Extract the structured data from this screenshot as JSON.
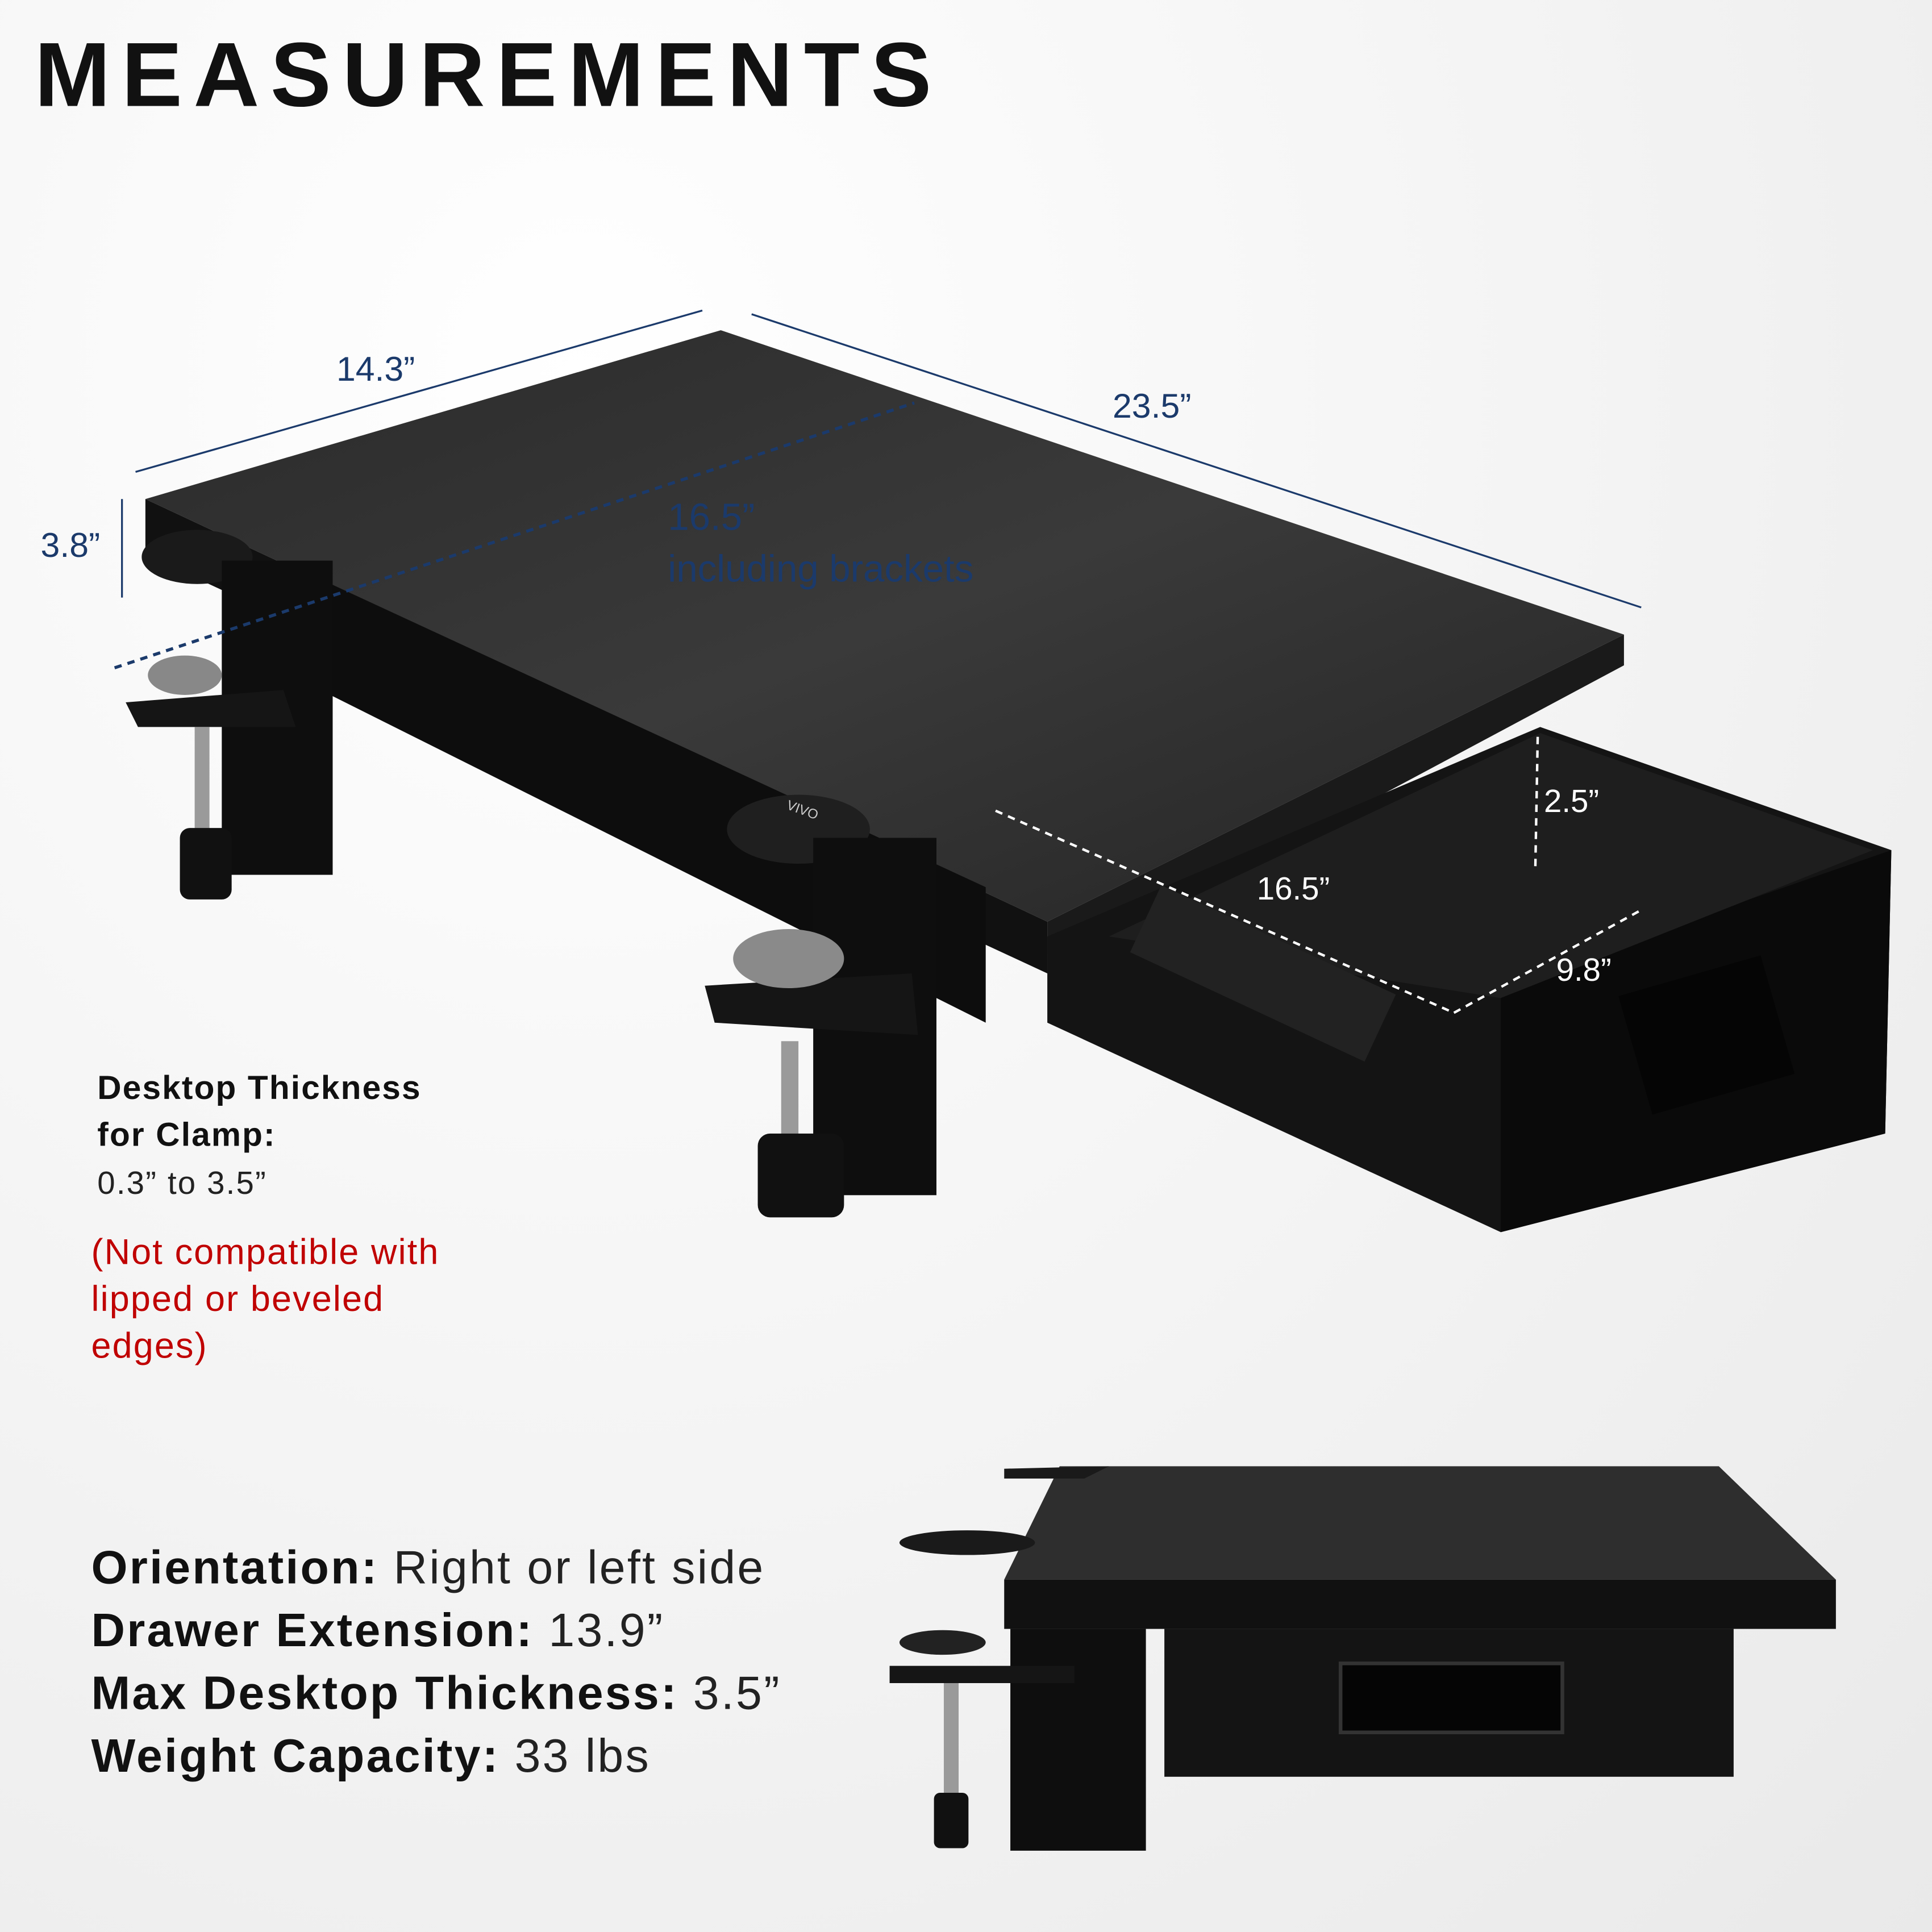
{
  "title": "MEASUREMENTS",
  "dimensions": {
    "depth": "14.3”",
    "width": "23.5”",
    "height": "3.8”",
    "inner_width": "16.5”",
    "inner_width_note": "including brackets",
    "drawer_length": "16.5”",
    "drawer_height": "2.5”",
    "drawer_depth": "9.8”"
  },
  "clamp_note": {
    "label_line1": "Desktop Thickness",
    "label_line2": "for Clamp:",
    "value": "0.3” to 3.5”",
    "warning_line1": "(Not compatible with",
    "warning_line2": "lipped or beveled",
    "warning_line3": "edges)"
  },
  "specs": [
    {
      "label": "Orientation:",
      "value": "Right or left side"
    },
    {
      "label": "Drawer Extension:",
      "value": "13.9”"
    },
    {
      "label": "Max Desktop Thickness:",
      "value": " 3.5”"
    },
    {
      "label": "Weight Capacity:",
      "value": "33 lbs"
    }
  ],
  "brand_logo": "VIVO",
  "colors": {
    "dimension": "#1b3a6b",
    "warning": "#c00000",
    "product": "#1a1a1a"
  }
}
